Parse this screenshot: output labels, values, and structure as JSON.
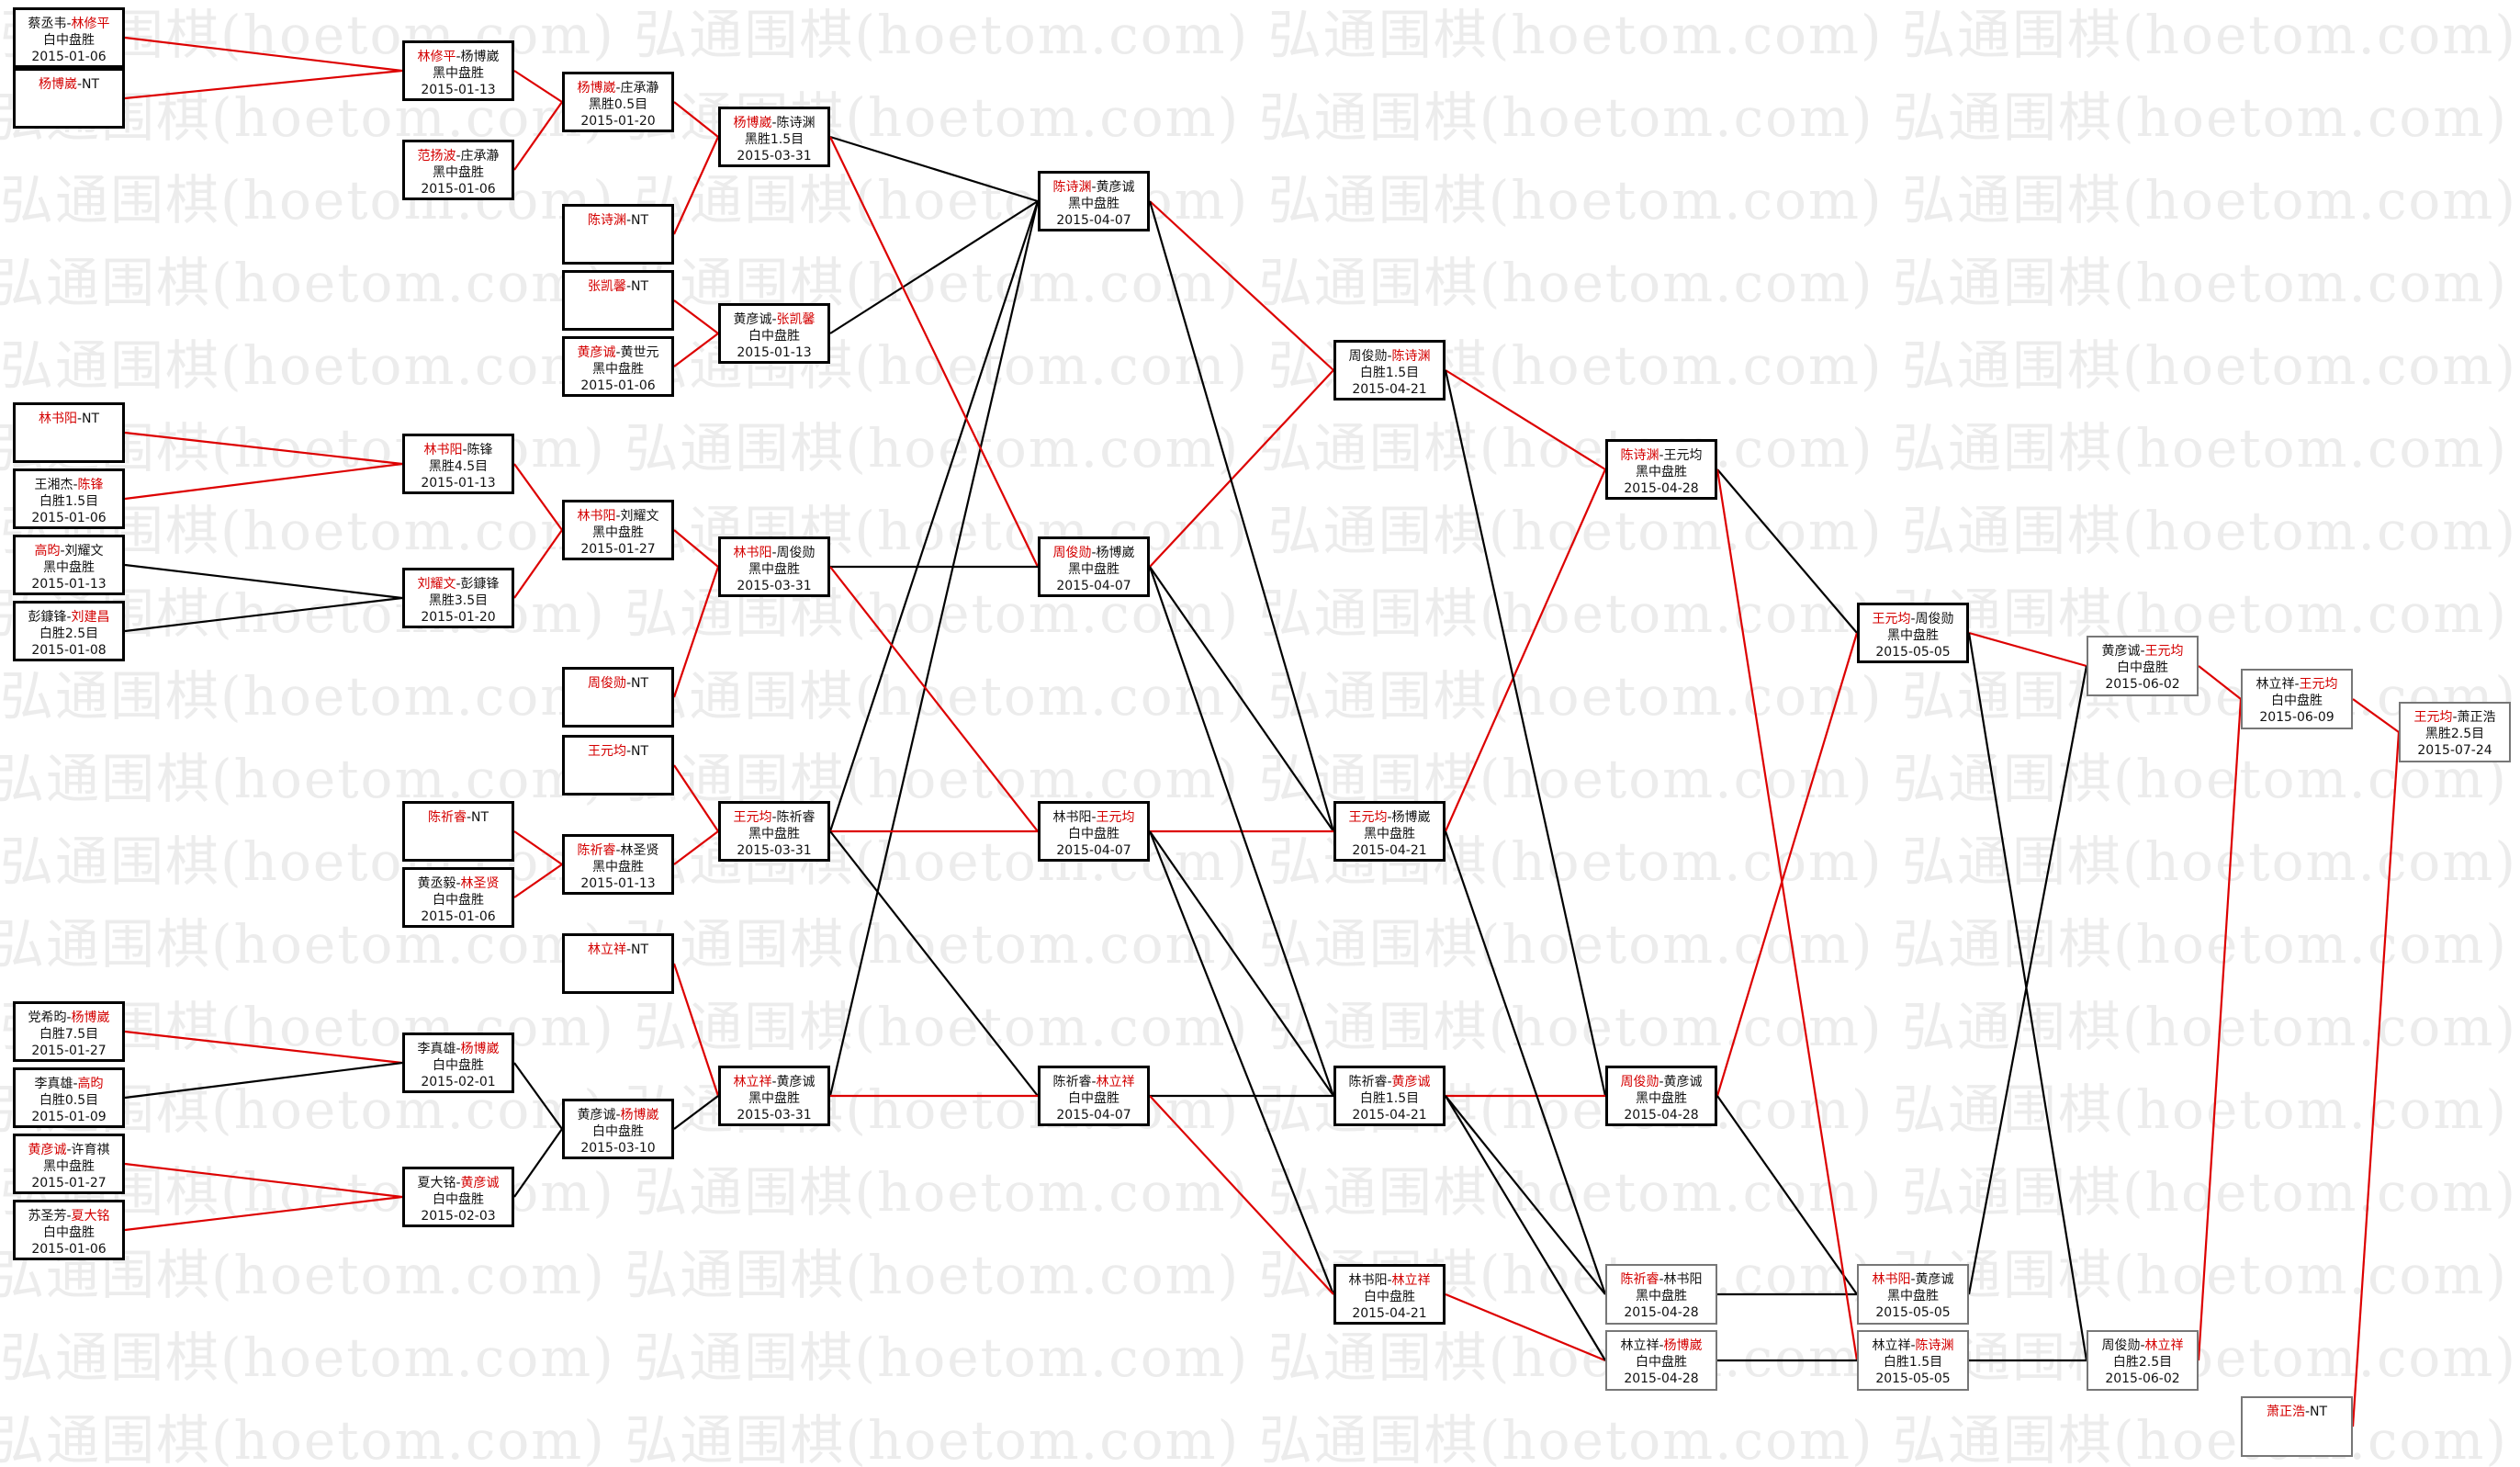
{
  "watermark_text": "弘通围棋(hoetom.com)",
  "colors": {
    "winner_line": "#dd0000",
    "loser_line": "#000000",
    "winner_name": "#d40000",
    "box_border": "#000000"
  },
  "matches": {
    "r0_1": {
      "names": [
        {
          "t": "蔡丞韦"
        },
        {
          "t": "-"
        },
        {
          "t": "林修平",
          "r": 1
        }
      ],
      "result": "白中盘胜",
      "date": "2015-01-06"
    },
    "r0_2": {
      "names": [
        {
          "t": "杨博崴",
          "r": 1
        },
        {
          "t": "-NT"
        }
      ],
      "result": "",
      "date": ""
    },
    "r0_3": {
      "names": [
        {
          "t": "林书阳",
          "r": 1
        },
        {
          "t": "-NT"
        }
      ],
      "result": "",
      "date": ""
    },
    "r0_4": {
      "names": [
        {
          "t": "王湘杰"
        },
        {
          "t": "-"
        },
        {
          "t": "陈锋",
          "r": 1
        }
      ],
      "result": "白胜1.5目",
      "date": "2015-01-06"
    },
    "r0_5": {
      "names": [
        {
          "t": "高昀",
          "r": 1
        },
        {
          "t": "-刘耀文"
        }
      ],
      "result": "黑中盘胜",
      "date": "2015-01-13"
    },
    "r0_6": {
      "names": [
        {
          "t": "彭鏮锋"
        },
        {
          "t": "-"
        },
        {
          "t": "刘建昌",
          "r": 1
        }
      ],
      "result": "白胜2.5目",
      "date": "2015-01-08"
    },
    "r0_7": {
      "names": [
        {
          "t": "党希昀"
        },
        {
          "t": "-"
        },
        {
          "t": "杨博崴",
          "r": 1
        }
      ],
      "result": "白胜7.5目",
      "date": "2015-01-27"
    },
    "r0_8": {
      "names": [
        {
          "t": "李真雄"
        },
        {
          "t": "-"
        },
        {
          "t": "高昀",
          "r": 1
        }
      ],
      "result": "白胜0.5目",
      "date": "2015-01-09"
    },
    "r0_9": {
      "names": [
        {
          "t": "黄彦诚",
          "r": 1
        },
        {
          "t": "-许育祺"
        }
      ],
      "result": "黑中盘胜",
      "date": "2015-01-27"
    },
    "r0_10": {
      "names": [
        {
          "t": "苏圣芳"
        },
        {
          "t": "-"
        },
        {
          "t": "夏大铭",
          "r": 1
        }
      ],
      "result": "白中盘胜",
      "date": "2015-01-06"
    },
    "r1_1": {
      "names": [
        {
          "t": "林修平",
          "r": 1
        },
        {
          "t": "-杨博崴"
        }
      ],
      "result": "黑中盘胜",
      "date": "2015-01-13"
    },
    "r1_2": {
      "names": [
        {
          "t": "范扬波",
          "r": 1
        },
        {
          "t": "-庄承瀞"
        }
      ],
      "result": "黑中盘胜",
      "date": "2015-01-06"
    },
    "r1_3": {
      "names": [
        {
          "t": "林书阳",
          "r": 1
        },
        {
          "t": "-陈锋"
        }
      ],
      "result": "黑胜4.5目",
      "date": "2015-01-13"
    },
    "r1_4": {
      "names": [
        {
          "t": "刘耀文",
          "r": 1
        },
        {
          "t": "-彭鏮锋"
        }
      ],
      "result": "黑胜3.5目",
      "date": "2015-01-20"
    },
    "r1_5": {
      "names": [
        {
          "t": "陈祈睿",
          "r": 1
        },
        {
          "t": "-NT"
        }
      ],
      "result": "",
      "date": ""
    },
    "r1_6": {
      "names": [
        {
          "t": "黄丞毅"
        },
        {
          "t": "-"
        },
        {
          "t": "林圣贤",
          "r": 1
        }
      ],
      "result": "白中盘胜",
      "date": "2015-01-06"
    },
    "r1_7": {
      "names": [
        {
          "t": "李真雄"
        },
        {
          "t": "-"
        },
        {
          "t": "杨博崴",
          "r": 1
        }
      ],
      "result": "白中盘胜",
      "date": "2015-02-01"
    },
    "r1_8": {
      "names": [
        {
          "t": "夏大铭"
        },
        {
          "t": "-"
        },
        {
          "t": "黄彦诚",
          "r": 1
        }
      ],
      "result": "白中盘胜",
      "date": "2015-02-03"
    },
    "r2_1": {
      "names": [
        {
          "t": "杨博崴",
          "r": 1
        },
        {
          "t": "-庄承瀞"
        }
      ],
      "result": "黑胜0.5目",
      "date": "2015-01-20"
    },
    "r2_2": {
      "names": [
        {
          "t": "陈诗渊",
          "r": 1
        },
        {
          "t": "-NT"
        }
      ],
      "result": "",
      "date": ""
    },
    "r2_3": {
      "names": [
        {
          "t": "张凯馨",
          "r": 1
        },
        {
          "t": "-NT"
        }
      ],
      "result": "",
      "date": ""
    },
    "r2_4": {
      "names": [
        {
          "t": "黄彦诚",
          "r": 1
        },
        {
          "t": "-黄世元"
        }
      ],
      "result": "黑中盘胜",
      "date": "2015-01-06"
    },
    "r2_5": {
      "names": [
        {
          "t": "林书阳",
          "r": 1
        },
        {
          "t": "-刘耀文"
        }
      ],
      "result": "黑中盘胜",
      "date": "2015-01-27"
    },
    "r2_6": {
      "names": [
        {
          "t": "周俊勋",
          "r": 1
        },
        {
          "t": "-NT"
        }
      ],
      "result": "",
      "date": ""
    },
    "r2_7": {
      "names": [
        {
          "t": "王元均",
          "r": 1
        },
        {
          "t": "-NT"
        }
      ],
      "result": "",
      "date": ""
    },
    "r2_8": {
      "names": [
        {
          "t": "陈祈睿",
          "r": 1
        },
        {
          "t": "-林圣贤"
        }
      ],
      "result": "黑中盘胜",
      "date": "2015-01-13"
    },
    "r2_9": {
      "names": [
        {
          "t": "林立祥",
          "r": 1
        },
        {
          "t": "-NT"
        }
      ],
      "result": "",
      "date": ""
    },
    "r2_10": {
      "names": [
        {
          "t": "黄彦诚"
        },
        {
          "t": "-"
        },
        {
          "t": "杨博崴",
          "r": 1
        }
      ],
      "result": "白中盘胜",
      "date": "2015-03-10"
    },
    "r3_1": {
      "names": [
        {
          "t": "杨博崴",
          "r": 1
        },
        {
          "t": "-陈诗渊"
        }
      ],
      "result": "黑胜1.5目",
      "date": "2015-03-31"
    },
    "r3_2": {
      "names": [
        {
          "t": "黄彦诚"
        },
        {
          "t": "-"
        },
        {
          "t": "张凯馨",
          "r": 1
        }
      ],
      "result": "白中盘胜",
      "date": "2015-01-13"
    },
    "r3_3": {
      "names": [
        {
          "t": "林书阳",
          "r": 1
        },
        {
          "t": "-周俊勋"
        }
      ],
      "result": "黑中盘胜",
      "date": "2015-03-31"
    },
    "r3_4": {
      "names": [
        {
          "t": "王元均",
          "r": 1
        },
        {
          "t": "-陈祈睿"
        }
      ],
      "result": "黑中盘胜",
      "date": "2015-03-31"
    },
    "r3_5": {
      "names": [
        {
          "t": "林立祥",
          "r": 1
        },
        {
          "t": "-黄彦诚"
        }
      ],
      "result": "黑中盘胜",
      "date": "2015-03-31"
    },
    "r4_1": {
      "names": [
        {
          "t": "陈诗渊",
          "r": 1
        },
        {
          "t": "-黄彦诚"
        }
      ],
      "result": "黑中盘胜",
      "date": "2015-04-07"
    },
    "r4_2": {
      "names": [
        {
          "t": "周俊勋",
          "r": 1
        },
        {
          "t": "-杨博崴"
        }
      ],
      "result": "黑中盘胜",
      "date": "2015-04-07"
    },
    "r4_3": {
      "names": [
        {
          "t": "林书阳"
        },
        {
          "t": "-"
        },
        {
          "t": "王元均",
          "r": 1
        }
      ],
      "result": "白中盘胜",
      "date": "2015-04-07"
    },
    "r4_4": {
      "names": [
        {
          "t": "陈祈睿"
        },
        {
          "t": "-"
        },
        {
          "t": "林立祥",
          "r": 1
        }
      ],
      "result": "白中盘胜",
      "date": "2015-04-07"
    },
    "r5_1": {
      "names": [
        {
          "t": "周俊勋"
        },
        {
          "t": "-"
        },
        {
          "t": "陈诗渊",
          "r": 1
        }
      ],
      "result": "白胜1.5目",
      "date": "2015-04-21"
    },
    "r5_2": {
      "names": [
        {
          "t": "王元均",
          "r": 1
        },
        {
          "t": "-杨博崴"
        }
      ],
      "result": "黑中盘胜",
      "date": "2015-04-21"
    },
    "r5_3": {
      "names": [
        {
          "t": "陈祈睿"
        },
        {
          "t": "-"
        },
        {
          "t": "黄彦诚",
          "r": 1
        }
      ],
      "result": "白胜1.5目",
      "date": "2015-04-21"
    },
    "r5_4": {
      "names": [
        {
          "t": "林书阳"
        },
        {
          "t": "-"
        },
        {
          "t": "林立祥",
          "r": 1
        }
      ],
      "result": "白中盘胜",
      "date": "2015-04-21"
    },
    "r6_1": {
      "names": [
        {
          "t": "陈诗渊",
          "r": 1
        },
        {
          "t": "-王元均"
        }
      ],
      "result": "黑中盘胜",
      "date": "2015-04-28"
    },
    "r6_2": {
      "names": [
        {
          "t": "周俊勋",
          "r": 1
        },
        {
          "t": "-黄彦诚"
        }
      ],
      "result": "黑中盘胜",
      "date": "2015-04-28"
    },
    "r6_3": {
      "names": [
        {
          "t": "陈祈睿",
          "r": 1
        },
        {
          "t": "-林书阳"
        }
      ],
      "result": "黑中盘胜",
      "date": "2015-04-28"
    },
    "r6_4": {
      "names": [
        {
          "t": "林立祥"
        },
        {
          "t": "-"
        },
        {
          "t": "杨博崴",
          "r": 1
        }
      ],
      "result": "白中盘胜",
      "date": "2015-04-28"
    },
    "r7_1": {
      "names": [
        {
          "t": "王元均",
          "r": 1
        },
        {
          "t": "-周俊勋"
        }
      ],
      "result": "黑中盘胜",
      "date": "2015-05-05"
    },
    "r7_2": {
      "names": [
        {
          "t": "林书阳",
          "r": 1
        },
        {
          "t": "-黄彦诚"
        }
      ],
      "result": "黑中盘胜",
      "date": "2015-05-05"
    },
    "r7_3": {
      "names": [
        {
          "t": "林立祥"
        },
        {
          "t": "-"
        },
        {
          "t": "陈诗渊",
          "r": 1
        }
      ],
      "result": "白胜1.5目",
      "date": "2015-05-05"
    },
    "r8_1": {
      "names": [
        {
          "t": "黄彦诚"
        },
        {
          "t": "-"
        },
        {
          "t": "王元均",
          "r": 1
        }
      ],
      "result": "白中盘胜",
      "date": "2015-06-02"
    },
    "r8_2": {
      "names": [
        {
          "t": "周俊勋"
        },
        {
          "t": "-"
        },
        {
          "t": "林立祥",
          "r": 1
        }
      ],
      "result": "白胜2.5目",
      "date": "2015-06-02"
    },
    "r9_1": {
      "names": [
        {
          "t": "林立祥"
        },
        {
          "t": "-"
        },
        {
          "t": "王元均",
          "r": 1
        }
      ],
      "result": "白中盘胜",
      "date": "2015-06-09"
    },
    "r9_2": {
      "names": [
        {
          "t": "萧正浩",
          "r": 1
        },
        {
          "t": "-NT"
        }
      ],
      "result": "",
      "date": ""
    },
    "r10_1": {
      "names": [
        {
          "t": "王元均",
          "r": 1
        },
        {
          "t": "-萧正浩"
        }
      ],
      "result": "黑胜2.5目",
      "date": "2015-07-24"
    }
  }
}
